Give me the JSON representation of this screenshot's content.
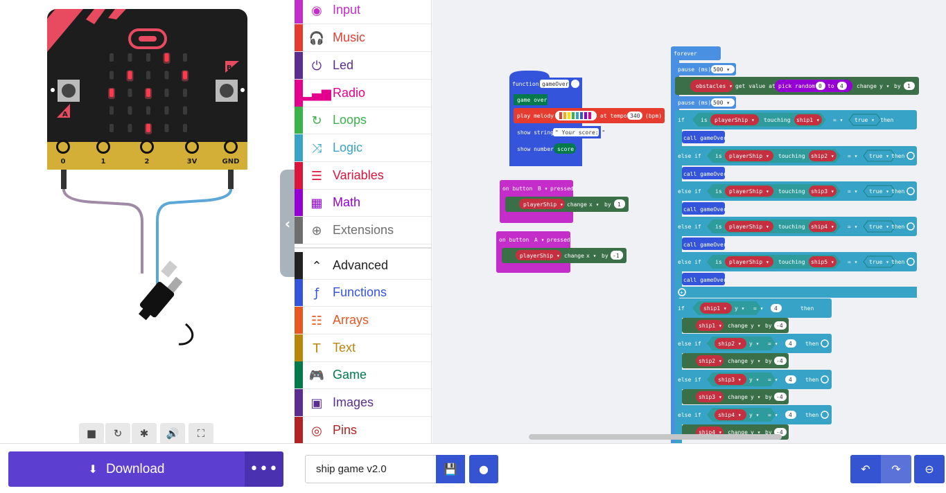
{
  "simulator": {
    "pins": [
      "0",
      "1",
      "2",
      "3V",
      "GND"
    ],
    "button_a": "A",
    "button_b": "B",
    "controls": [
      "stop-icon",
      "restart-icon",
      "debug-icon",
      "sound-icon",
      "fullscreen-icon"
    ]
  },
  "toolbox": {
    "categories": [
      {
        "label": "Input",
        "color": "#c42dca",
        "icon": "input-icon"
      },
      {
        "label": "Music",
        "color": "#e63c2f",
        "icon": "headphones-icon"
      },
      {
        "label": "Led",
        "color": "#5c2d91",
        "icon": "toggle-icon"
      },
      {
        "label": "Radio",
        "color": "#e3008c",
        "icon": "signal-icon"
      },
      {
        "label": "Loops",
        "color": "#3cb34a",
        "icon": "loop-icon"
      },
      {
        "label": "Logic",
        "color": "#36a3c7",
        "icon": "shuffle-icon"
      },
      {
        "label": "Variables",
        "color": "#dc143c",
        "icon": "list-icon"
      },
      {
        "label": "Math",
        "color": "#9400d3",
        "icon": "calculator-icon"
      },
      {
        "label": "Extensions",
        "color": "#6e6e6e",
        "icon": "plus-icon"
      },
      {
        "label": "Advanced",
        "color": "#222222",
        "icon": "chevron-up-icon"
      },
      {
        "label": "Functions",
        "color": "#3455db",
        "icon": "function-icon"
      },
      {
        "label": "Arrays",
        "color": "#e65722",
        "icon": "arrays-icon"
      },
      {
        "label": "Text",
        "color": "#b8860b",
        "icon": "text-icon"
      },
      {
        "label": "Game",
        "color": "#007a4b",
        "icon": "gamepad-icon"
      },
      {
        "label": "Images",
        "color": "#5c2d91",
        "icon": "image-icon"
      },
      {
        "label": "Pins",
        "color": "#b22222",
        "icon": "pin-icon"
      }
    ]
  },
  "blocks": {
    "function_header": "function",
    "function_name": "gameOver",
    "game_over": "game over",
    "play_melody": "play melody",
    "at_tempo": "at tempo",
    "tempo": "340",
    "bpm": "(bpm)",
    "show_string": "show string",
    "your_score": "\" Your score: \"",
    "show_number": "show number",
    "score": "score",
    "on_button_b": "on button",
    "button_b": "B ▾",
    "pressed": "pressed",
    "player_ship": "playerShip ▾",
    "change": "change",
    "x_axis": "x ▾",
    "by": "by",
    "one": "1",
    "on_button_a": "on button",
    "button_a": "A ▾",
    "minus_one": "-1",
    "forever": "forever",
    "pause": "pause (ms)",
    "pause_val": "500 ▾",
    "obstacles": "obstacles ▾",
    "get_value_at": "get value at",
    "pick_random": "pick random",
    "zero": "0",
    "to": "to",
    "four": "4",
    "y_axis": "y ▾",
    "if": "if",
    "else_if": "else if",
    "is": "is",
    "touching": "touching",
    "eq": "= ▾",
    "true_val": "true ▾",
    "then": "then",
    "call_game_over": "call gameOver",
    "ships": [
      "ship1 ▾",
      "ship2 ▾",
      "ship3 ▾",
      "ship4 ▾",
      "ship5 ▾"
    ],
    "minus_four": "-4"
  },
  "bottom": {
    "download": "Download",
    "more": "•••",
    "project_name": "ship game v2.0"
  }
}
